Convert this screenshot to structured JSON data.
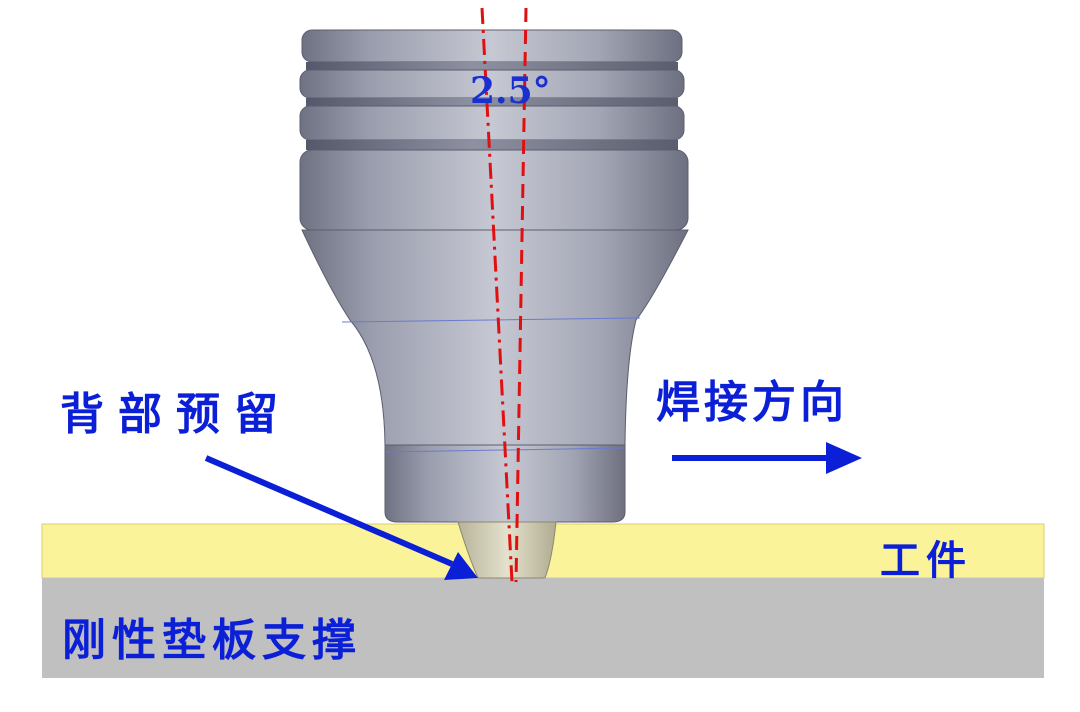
{
  "labels": {
    "angle": "2.5°",
    "back_reserve": "背部预留",
    "weld_direction": "焊接方向",
    "workpiece": "工件",
    "rigid_backing": "刚性垫板支撑"
  },
  "colors": {
    "label_blue": "#0b1fd6",
    "workpiece_yellow": "#fbf39a",
    "backing_gray": "#c0c0c0",
    "tool_steel": "#9fa3b2",
    "pin_beige": "#d4d0b8",
    "axis_red": "#e01010"
  },
  "icons": [
    "arrow-right-icon",
    "pointer-arrow-icon"
  ]
}
